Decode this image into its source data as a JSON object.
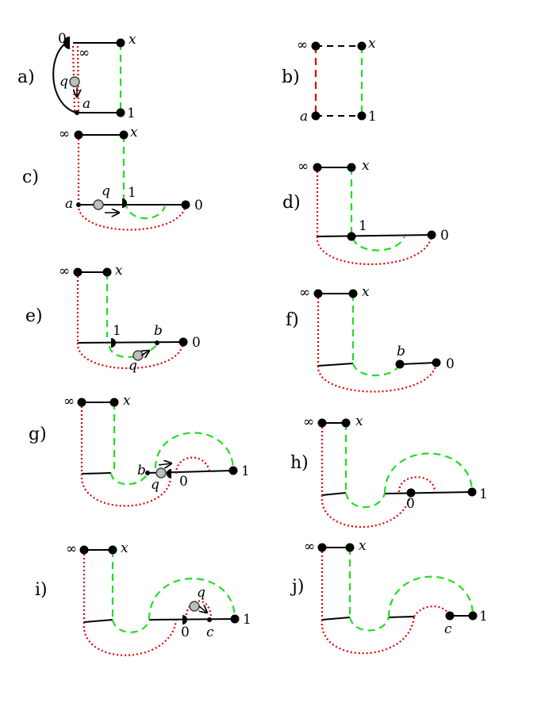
{
  "panels": [
    {
      "label": "a)"
    },
    {
      "label": "b)"
    },
    {
      "label": "c)"
    },
    {
      "label": "d)"
    },
    {
      "label": "e)"
    },
    {
      "label": "f)"
    },
    {
      "label": "g)"
    },
    {
      "label": "h)"
    },
    {
      "label": "i)"
    },
    {
      "label": "j)"
    }
  ],
  "labels": {
    "zero": "0",
    "one": "1",
    "infinity": "∞",
    "x": "x",
    "a": "a",
    "b": "b",
    "c": "c",
    "q": "q"
  }
}
